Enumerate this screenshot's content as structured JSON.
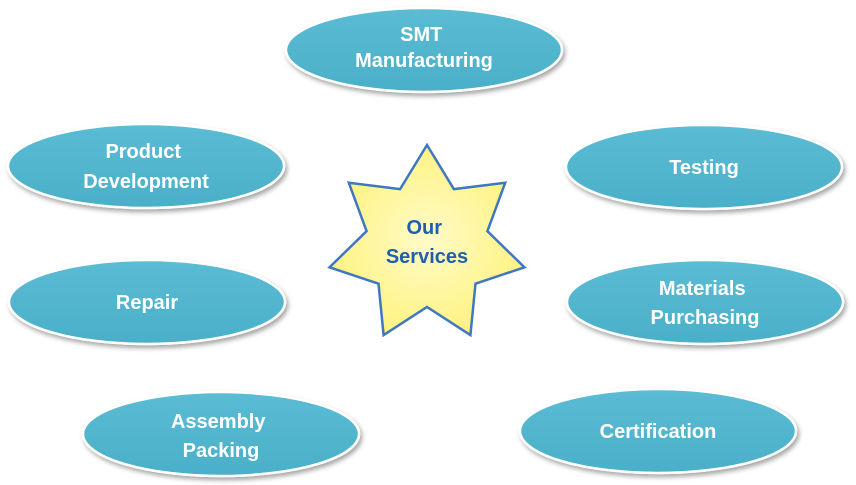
{
  "diagram": {
    "center": {
      "lines": [
        "Our",
        "Services"
      ]
    },
    "nodes": [
      {
        "id": "smt-manufacturing",
        "lines": [
          "SMT",
          "Manufacturing"
        ]
      },
      {
        "id": "product-development",
        "lines": [
          "Product",
          "Development"
        ]
      },
      {
        "id": "testing",
        "lines": [
          "Testing"
        ]
      },
      {
        "id": "repair",
        "lines": [
          "Repair"
        ]
      },
      {
        "id": "materials-purchasing",
        "lines": [
          "Materials",
          "Purchasing"
        ]
      },
      {
        "id": "assembly-packing",
        "lines": [
          "Assembly",
          "Packing"
        ]
      },
      {
        "id": "certification",
        "lines": [
          "Certification"
        ]
      }
    ]
  },
  "colors": {
    "node_fill": "#4AAFC8",
    "node_fill_top": "#5BBCD4",
    "node_stroke": "#ffffff",
    "node_text": "#ffffff",
    "star_fill": "#FFF176",
    "star_fill_center": "#FFFBC8",
    "star_stroke": "#3E78C0",
    "star_text": "#1F5FAE"
  }
}
